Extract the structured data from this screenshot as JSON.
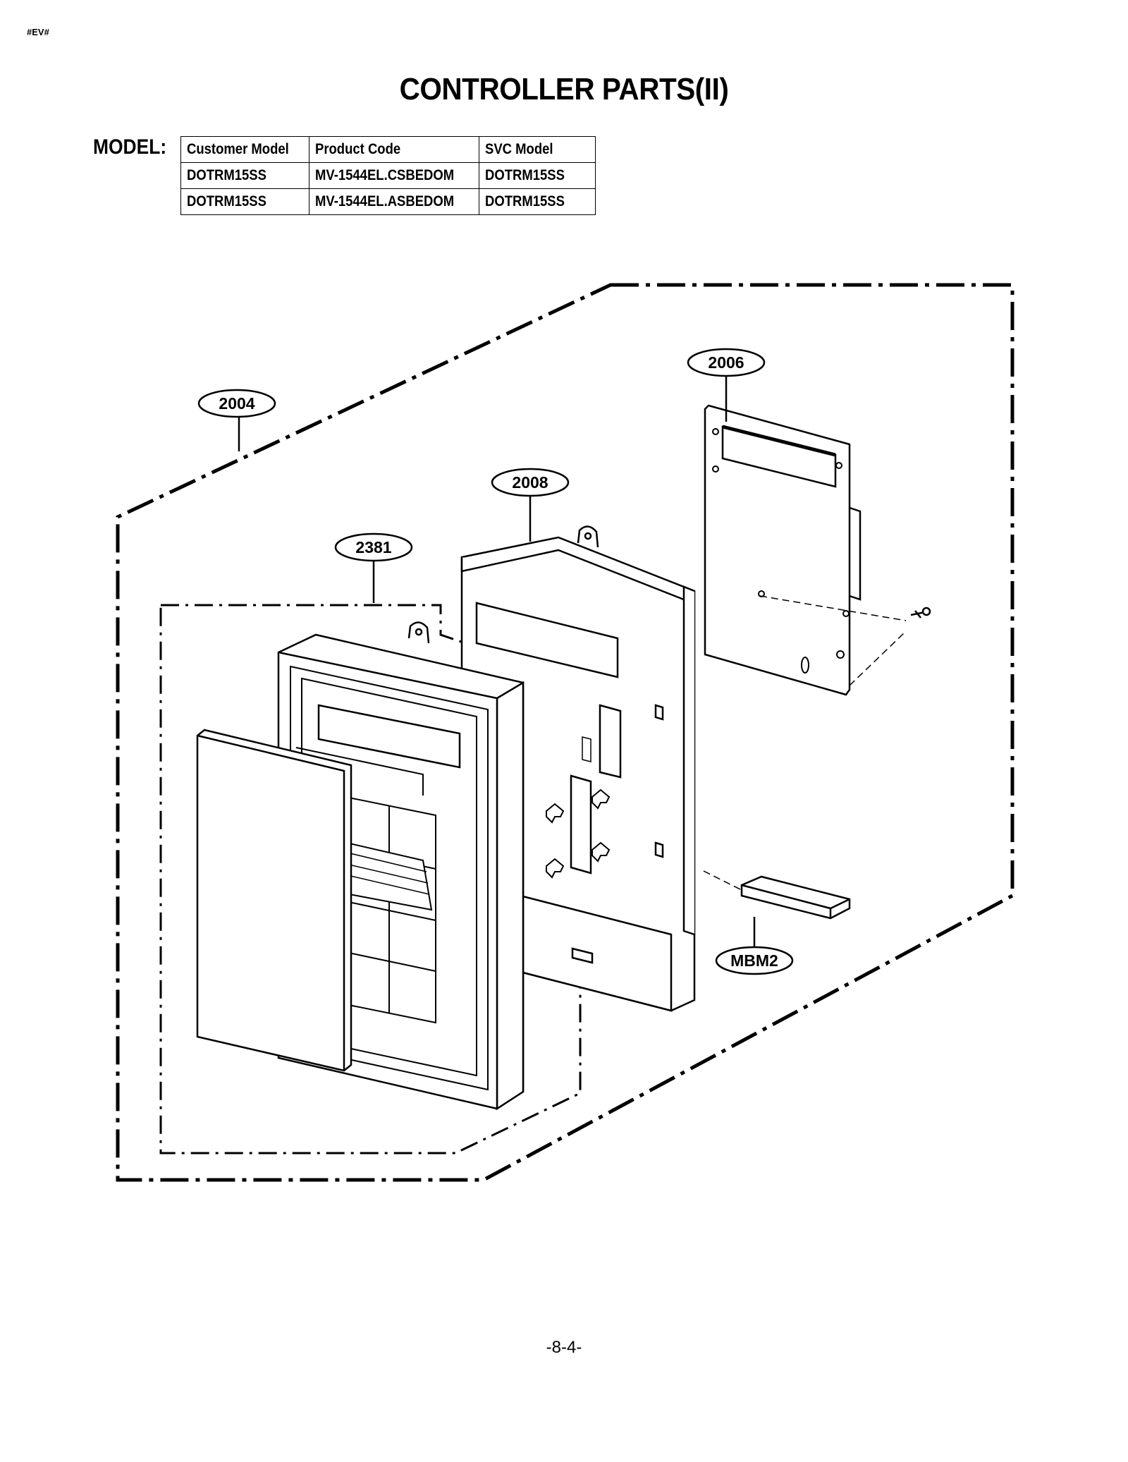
{
  "header": {
    "tag": "#EV#",
    "title": "CONTROLLER PARTS(II)"
  },
  "model": {
    "label": "MODEL:",
    "columns": [
      "Customer Model",
      "Product Code",
      "SVC Model"
    ],
    "rows": [
      [
        "DOTRM15SS",
        "MV-1544EL.CSBEDOM",
        "DOTRM15SS"
      ],
      [
        "DOTRM15SS",
        "MV-1544EL.ASBEDOM",
        "DOTRM15SS"
      ]
    ]
  },
  "callouts": {
    "c2004": "2004",
    "c2006": "2006",
    "c2008": "2008",
    "c2381": "2381",
    "cMBM2": "MBM2"
  },
  "footer": {
    "page": "-8-4-"
  }
}
